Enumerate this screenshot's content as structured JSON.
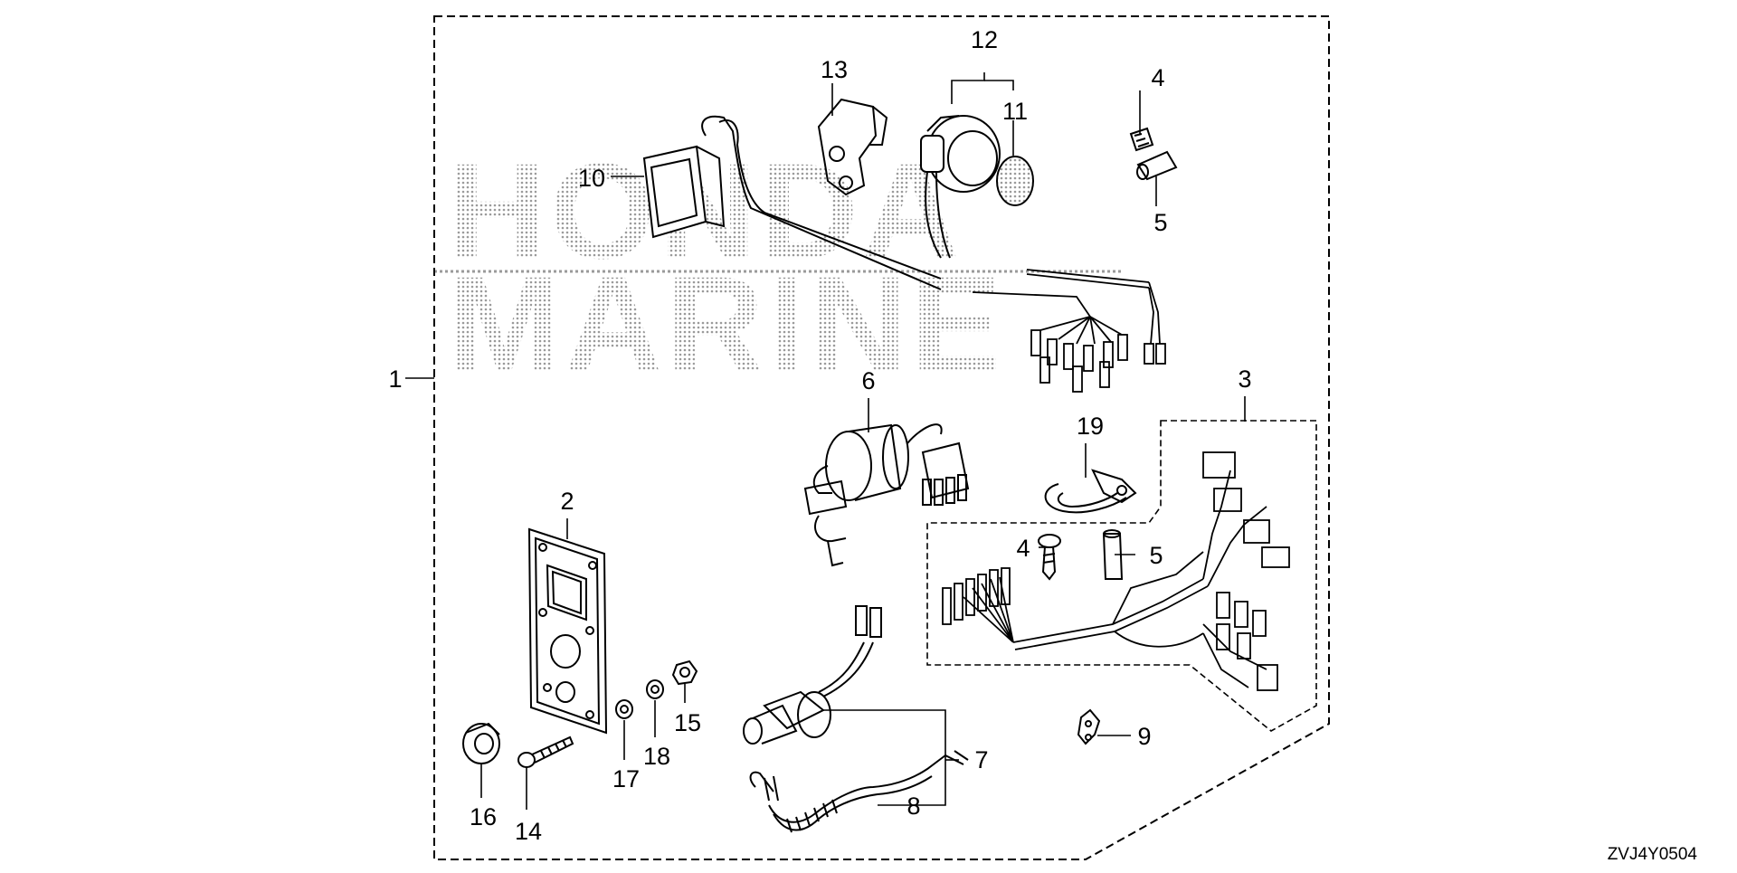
{
  "watermark": {
    "line1": "HONDA",
    "line2": "MARINE"
  },
  "diagram_code": "ZVJ4Y0504",
  "callouts": {
    "c1": "1",
    "c2": "2",
    "c3": "3",
    "c4a": "4",
    "c4b": "4",
    "c5a": "5",
    "c5b": "5",
    "c6": "6",
    "c7": "7",
    "c8": "8",
    "c9": "9",
    "c10": "10",
    "c11": "11",
    "c12": "12",
    "c13": "13",
    "c14": "14",
    "c15": "15",
    "c16": "16",
    "c17": "17",
    "c18": "18",
    "c19": "19"
  },
  "colors": {
    "line": "#000000",
    "watermark_dots": "#9a9a9a",
    "background": "#ffffff"
  }
}
